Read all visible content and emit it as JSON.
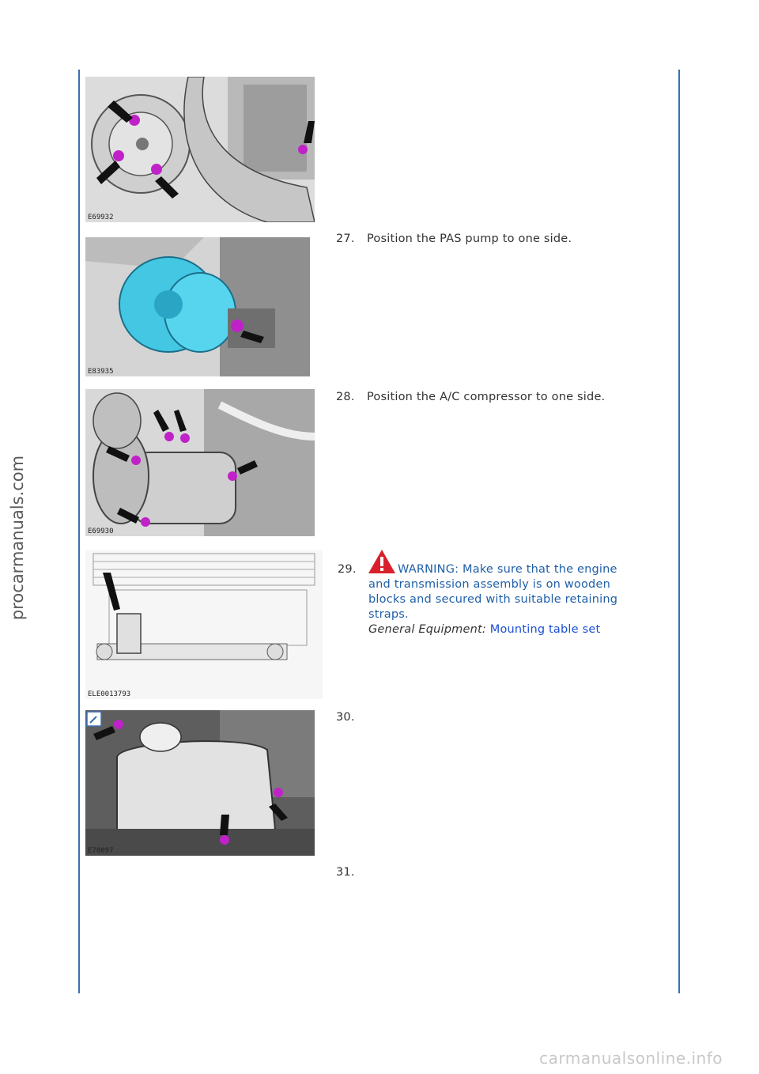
{
  "figures": [
    {
      "code": "E69932"
    },
    {
      "code": "E83935"
    },
    {
      "code": "E69930"
    },
    {
      "code": "ELE0013793"
    },
    {
      "code": "E70097"
    }
  ],
  "steps": [
    {
      "number": "27.",
      "text": "Position the PAS pump to one side."
    },
    {
      "number": "28.",
      "text": "Position the A/C compressor to one side."
    },
    {
      "number": "29.",
      "warning_lines": [
        "WARNING: Make sure that the engine",
        "and transmission assembly is on wooden",
        "blocks and secured with suitable retaining",
        "straps."
      ],
      "equipment_label": "General Equipment:",
      "equipment_link": "Mounting table set"
    },
    {
      "number": "30."
    },
    {
      "number": "31."
    }
  ],
  "watermarks": {
    "side": "procarmanuals.com",
    "bottom": "carmanualsonline.info"
  },
  "colors": {
    "rule": "#3a6fb0",
    "warning_text": "#1f5fa8",
    "link": "#1a4fd6",
    "warning_icon": "#d9212b",
    "highlight": "#c021c9"
  }
}
